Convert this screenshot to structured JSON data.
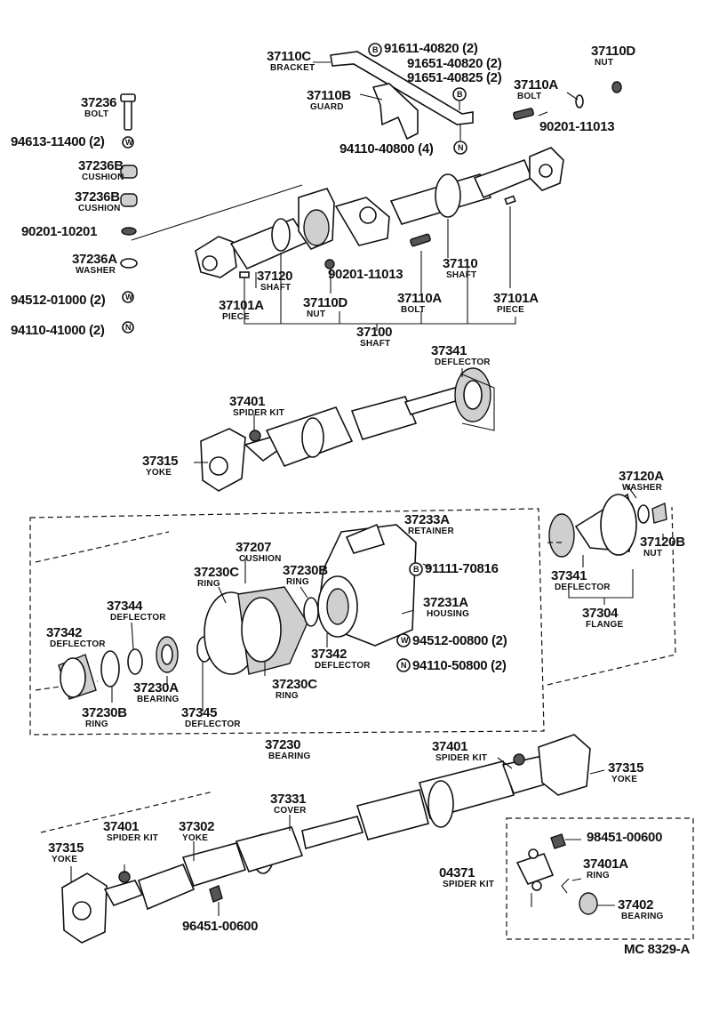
{
  "callouts": [
    {
      "id": "c1",
      "number": "37110C",
      "name": "BRACKET"
    },
    {
      "id": "c2",
      "number": "91611-40820 (2)",
      "marker": "B"
    },
    {
      "id": "c3",
      "number": "91651-40820 (2)"
    },
    {
      "id": "c4",
      "number": "91651-40825 (2)"
    },
    {
      "id": "c5",
      "number": "37110D",
      "name": "NUT"
    },
    {
      "id": "c6",
      "number": "37110B",
      "name": "GUARD"
    },
    {
      "id": "c7",
      "number": "37110A",
      "name": "BOLT"
    },
    {
      "id": "c8",
      "number": "90201-11013"
    },
    {
      "id": "c9",
      "number": "37236",
      "name": "BOLT"
    },
    {
      "id": "c10",
      "number": "94613-11400 (2)",
      "marker": "W"
    },
    {
      "id": "c11",
      "number": "94110-40800 (4)",
      "marker": "N"
    },
    {
      "id": "c12",
      "number": "37236B",
      "name": "CUSHION"
    },
    {
      "id": "c13",
      "number": "37236B",
      "name": "CUSHION"
    },
    {
      "id": "c14",
      "number": "90201-10201"
    },
    {
      "id": "c15",
      "number": "37236A",
      "name": "WASHER"
    },
    {
      "id": "c16",
      "number": "37120",
      "name": "SHAFT"
    },
    {
      "id": "c17",
      "number": "90201-11013"
    },
    {
      "id": "c18",
      "number": "37110",
      "name": "SHAFT"
    },
    {
      "id": "c19",
      "number": "94512-01000 (2)",
      "marker": "W"
    },
    {
      "id": "c20",
      "number": "37101A",
      "name": "PIECE"
    },
    {
      "id": "c21",
      "number": "37110D",
      "name": "NUT"
    },
    {
      "id": "c22",
      "number": "37110A",
      "name": "BOLT"
    },
    {
      "id": "c23",
      "number": "37101A",
      "name": "PIECE"
    },
    {
      "id": "c24",
      "number": "94110-41000 (2)",
      "marker": "N"
    },
    {
      "id": "c25",
      "number": "37100",
      "name": "SHAFT"
    },
    {
      "id": "c26",
      "number": "37341",
      "name": "DEFLECTOR"
    },
    {
      "id": "c27",
      "number": "37401",
      "name": "SPIDER KIT"
    },
    {
      "id": "c28",
      "number": "37315",
      "name": "YOKE"
    },
    {
      "id": "c29",
      "number": "37120A",
      "name": "WASHER"
    },
    {
      "id": "c30",
      "number": "37233A",
      "name": "RETAINER"
    },
    {
      "id": "c31",
      "number": "37207",
      "name": "CUSHION"
    },
    {
      "id": "c32",
      "number": "37230C",
      "name": "RING"
    },
    {
      "id": "c33",
      "number": "37230B",
      "name": "RING"
    },
    {
      "id": "c34",
      "number": "91111-70816",
      "marker": "B"
    },
    {
      "id": "c35",
      "number": "37120B",
      "name": "NUT"
    },
    {
      "id": "c36",
      "number": "37341",
      "name": "DEFLECTOR"
    },
    {
      "id": "c37",
      "number": "37344",
      "name": "DEFLECTOR"
    },
    {
      "id": "c38",
      "number": "37231A",
      "name": "HOUSING"
    },
    {
      "id": "c39",
      "number": "37304",
      "name": "FLANGE"
    },
    {
      "id": "c40",
      "number": "37342",
      "name": "DEFLECTOR"
    },
    {
      "id": "c41",
      "number": "37342",
      "name": "DEFLECTOR"
    },
    {
      "id": "c42",
      "number": "94512-00800 (2)",
      "marker": "W"
    },
    {
      "id": "c43",
      "number": "37230A",
      "name": "BEARING"
    },
    {
      "id": "c44",
      "number": "94110-50800 (2)",
      "marker": "N"
    },
    {
      "id": "c45",
      "number": "37230C",
      "name": "RING"
    },
    {
      "id": "c46",
      "number": "37230B",
      "name": "RING"
    },
    {
      "id": "c47",
      "number": "37345",
      "name": "DEFLECTOR"
    },
    {
      "id": "c48",
      "number": "37230",
      "name": "BEARING"
    },
    {
      "id": "c49",
      "number": "37401",
      "name": "SPIDER KIT"
    },
    {
      "id": "c50",
      "number": "37315",
      "name": "YOKE"
    },
    {
      "id": "c51",
      "number": "37331",
      "name": "COVER"
    },
    {
      "id": "c52",
      "number": "98451-00600"
    },
    {
      "id": "c53",
      "number": "37401",
      "name": "SPIDER KIT"
    },
    {
      "id": "c54",
      "number": "37302",
      "name": "YOKE"
    },
    {
      "id": "c55",
      "number": "37315",
      "name": "YOKE"
    },
    {
      "id": "c56",
      "number": "04371",
      "name": "SPIDER KIT"
    },
    {
      "id": "c57",
      "number": "37401A",
      "name": "RING"
    },
    {
      "id": "c58",
      "number": "37402",
      "name": "BEARING"
    },
    {
      "id": "c59",
      "number": "96451-00600"
    }
  ],
  "footer": {
    "code": "MC 8329-A"
  }
}
